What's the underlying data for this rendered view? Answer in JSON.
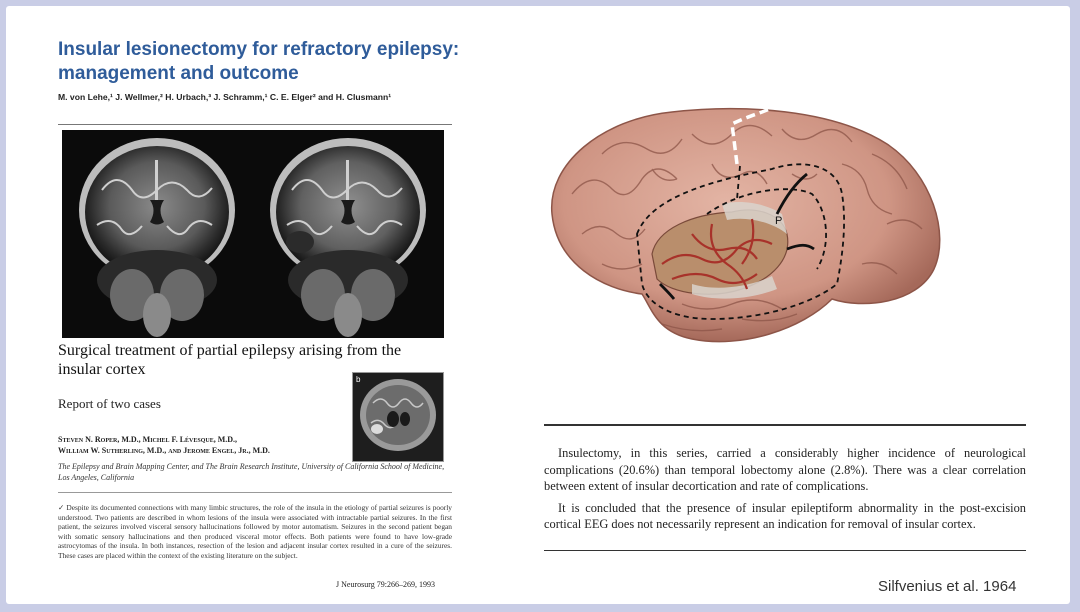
{
  "paper1": {
    "title": "Insular lesionectomy for refractory epilepsy: management and outcome",
    "authors": "M. von Lehe,¹ J. Wellmer,² H. Urbach,³ J. Schramm,¹ C. E. Elger² and H. Clusmann¹"
  },
  "paper2": {
    "title": "Surgical treatment of partial epilepsy arising from the insular cortex",
    "subtitle": "Report of two cases",
    "inset_label": "b",
    "authors_line1": "Steven N. Roper, M.D., Michel F. Lévesque, M.D.,",
    "authors_line2": "William W. Sutherling, M.D., and Jerome Engel, Jr., M.D.",
    "affiliation": "The Epilepsy and Brain Mapping Center, and The Brain Research Institute, University of California School of Medicine, Los Angeles, California",
    "abstract": "✓ Despite its documented connections with many limbic structures, the role of the insula in the etiology of partial seizures is poorly understood. Two patients are described in whom lesions of the insula were associated with intractable partial seizures. In the first patient, the seizures involved visceral sensory hallucinations followed by motor automatism. Seizures in the second patient began with somatic sensory hallucinations and then produced visceral motor effects. Both patients were found to have low-grade astrocytomas of the insula. In both instances, resection of the lesion and adjacent insular cortex resulted in a cure of the seizures. These cases are placed within the context of the existing literature on the subject.",
    "citation": "J Neurosurg 79:266–269, 1993"
  },
  "figure": {
    "marker": "P"
  },
  "quote": {
    "p1": "Insulectomy, in this series, carried a considerably higher incidence of neurological complications (20.6%) than temporal lobectomy alone (2.8%). There was a clear correlation between extent of insular decortication and rate of complications.",
    "p2": "It is concluded that the presence of insular epileptiform abnormality in the post-excision cortical EEG does not necessarily represent an indication for removal of insular cortex."
  },
  "credit": "Silfvenius et al. 1964",
  "colors": {
    "title_blue": "#2f5c9a",
    "frame": "#c9cde6"
  }
}
